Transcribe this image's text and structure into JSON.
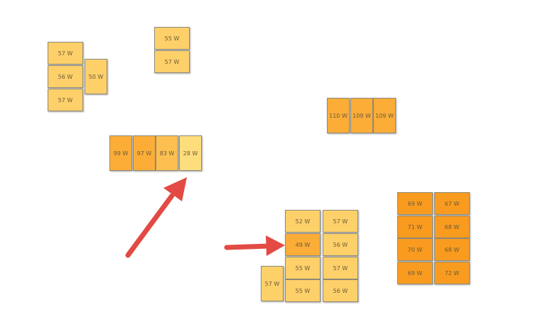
{
  "groups": {
    "a": [
      "57 W",
      "56 W",
      "57 W",
      "50 W"
    ],
    "b": [
      "55 W",
      "57 W"
    ],
    "c": [
      "110 W",
      "109 W",
      "109 W"
    ],
    "d": [
      "99 W",
      "97 W",
      "83 W",
      "28 W"
    ],
    "e": [
      "52 W",
      "57 W",
      "49 W",
      "56 W",
      "55 W",
      "57 W",
      "55 W",
      "56 W",
      "57 W"
    ],
    "f": [
      "69 W",
      "67 W",
      "71 W",
      "68 W",
      "70 W",
      "68 W",
      "69 W",
      "72 W"
    ]
  },
  "colors": {
    "arrow": "#e34a44",
    "low": "#fedd7c",
    "normal": "#fed06a",
    "mid": "#fdbf50",
    "high": "#fbad38",
    "max": "#f99b1f"
  }
}
